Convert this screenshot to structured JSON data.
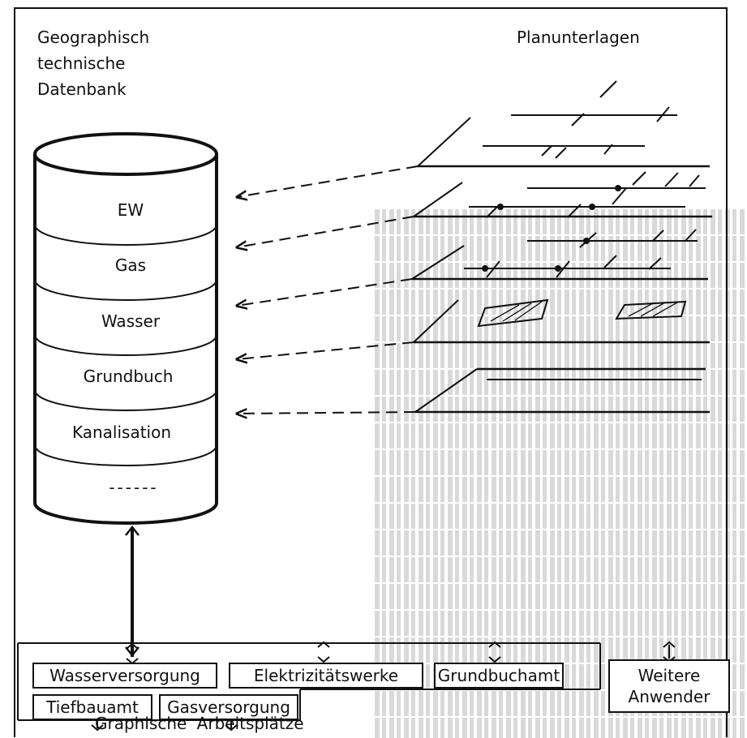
{
  "title": {
    "database": [
      "Geographisch",
      "technische",
      "Datenbank"
    ],
    "plans": "Planunterlagen",
    "workstations": "Graphische Arbeitsplätze"
  },
  "layers": [
    "EW",
    "Gas",
    "Wasser",
    "Grundbuch",
    "Kanalisation",
    "------"
  ],
  "users": {
    "wasserversorgung": "Wasserversorgung",
    "elektrizitaetswerke": "Elektrizitätswerke",
    "grundbuchamt": "Grundbuchamt",
    "weitere": [
      "Weitere",
      "Anwender"
    ],
    "tiefbauamt": "Tiefbauamt",
    "gasversorgung": "Gasversorgung"
  }
}
